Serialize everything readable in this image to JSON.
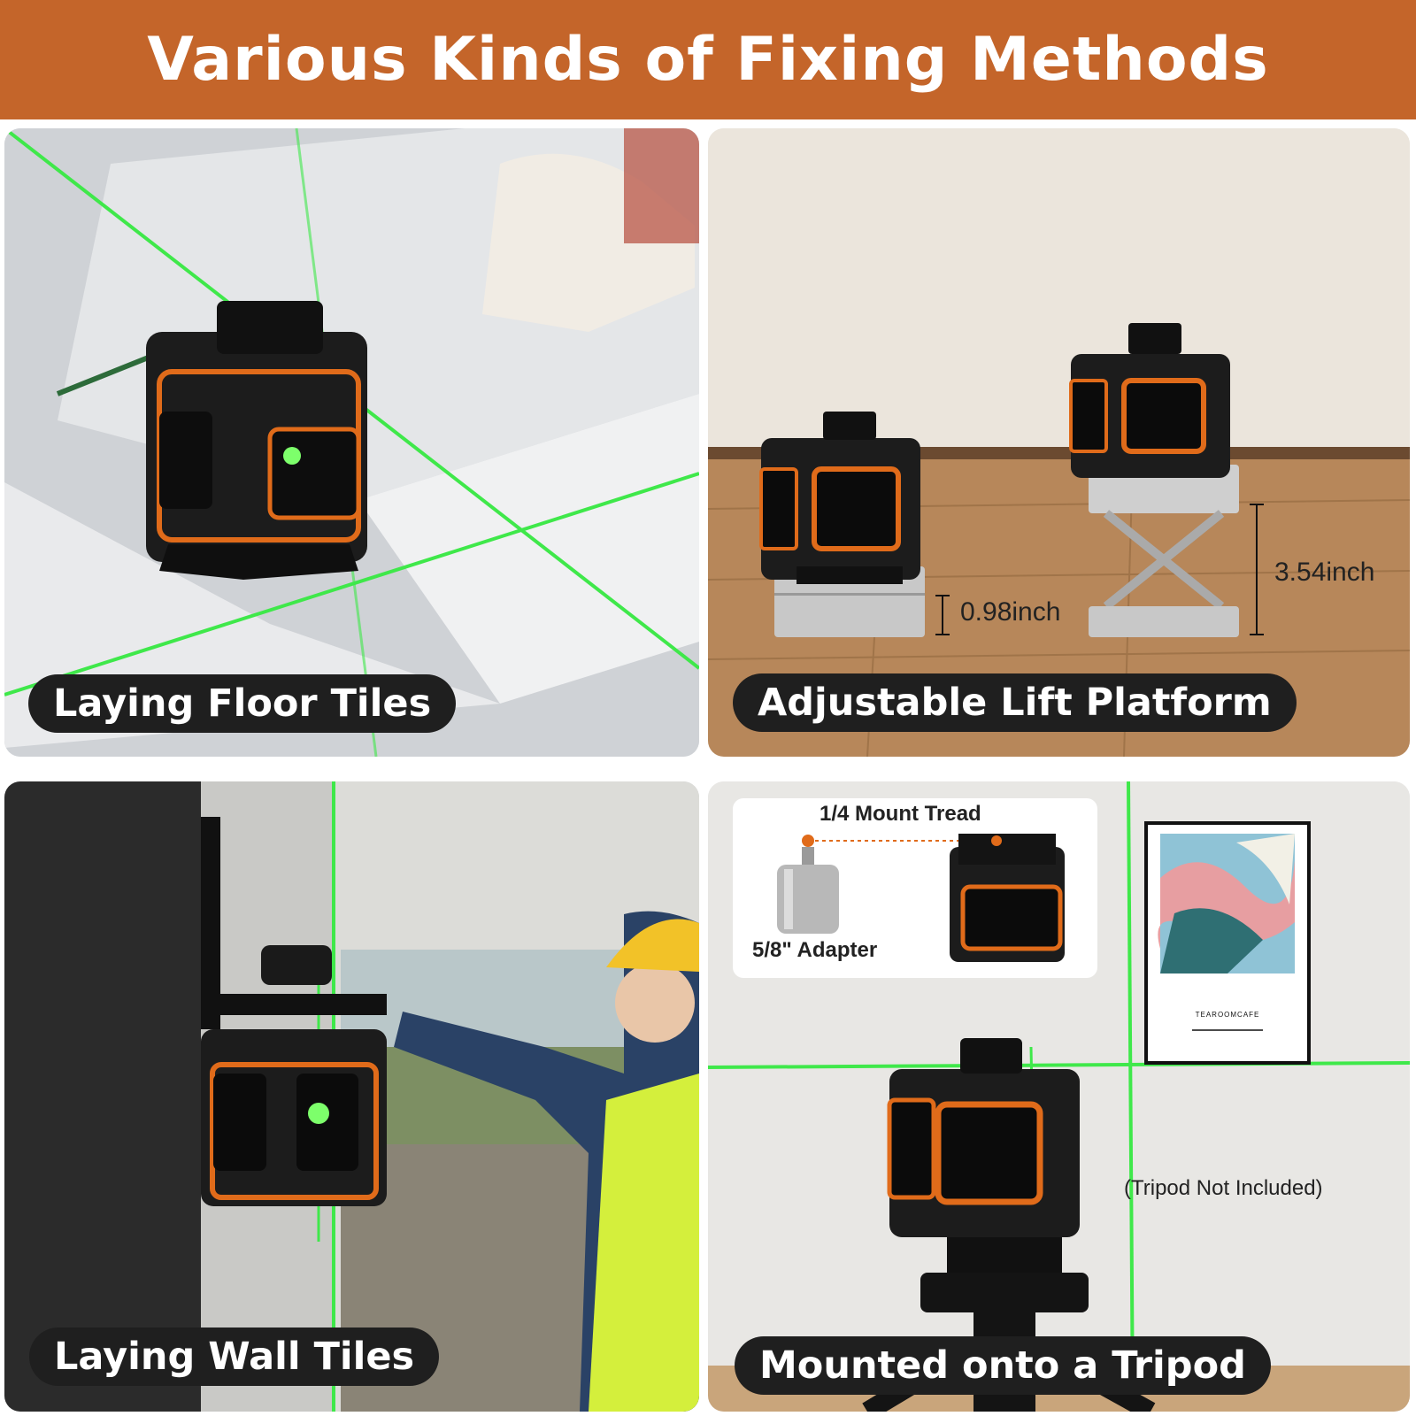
{
  "header": {
    "title": "Various Kinds of Fixing Methods"
  },
  "panels": {
    "floor": {
      "label": "Laying Floor Tiles"
    },
    "lift": {
      "label": "Adjustable Lift Platform",
      "low_height": "0.98inch",
      "high_height": "3.54inch"
    },
    "wall": {
      "label": "Laying Wall Tiles"
    },
    "tripod": {
      "label": "Mounted onto a Tripod",
      "mount_tread": "1/4 Mount Tread",
      "adapter": "5/8\" Adapter",
      "note": "(Tripod Not Included)",
      "poster_text": "TEAROOMCAFE"
    }
  },
  "colors": {
    "brand_orange": "#c4652a",
    "laser_green": "#39e64a",
    "device_black": "#1c1c1c",
    "device_orange": "#e06b1a"
  }
}
